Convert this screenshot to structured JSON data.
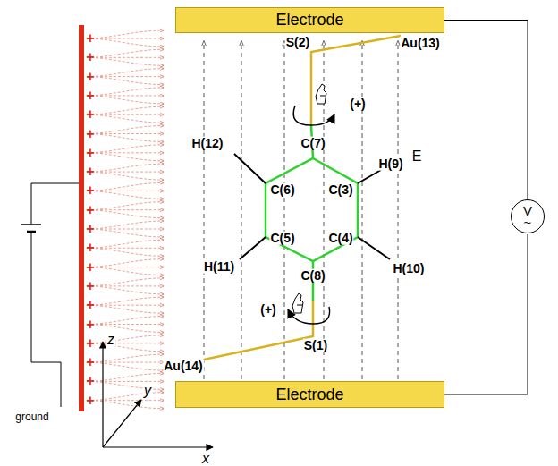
{
  "diagram": {
    "nodes": [
      {
        "text": [
          "Electrode"
        ]
      },
      {
        "text": [
          "Electrode"
        ]
      },
      {
        "text": [
          "V",
          "~"
        ]
      }
    ],
    "edges": [
      {
        "from": 0,
        "to": 2,
        "arrow": "none"
      },
      {
        "from": 2,
        "to": 1,
        "arrow": "none"
      }
    ],
    "labels": [
      "S(2)",
      "Au(13)",
      "(+)",
      "E",
      "H(12)",
      "C(7)",
      "H(9)",
      "C(6)",
      "C(3)",
      "C(5)",
      "C(4)",
      "H(11)",
      "C(8)",
      "H(10)",
      "(+)",
      "S(1)",
      "Au(14)",
      "z",
      "y",
      "x",
      "ground",
      "+",
      "+",
      "+",
      "+",
      "+",
      "+",
      "+",
      "+",
      "+",
      "+",
      "+",
      "+",
      "+",
      "+",
      "+",
      "+",
      "+",
      "+",
      "+",
      "+"
    ]
  }
}
